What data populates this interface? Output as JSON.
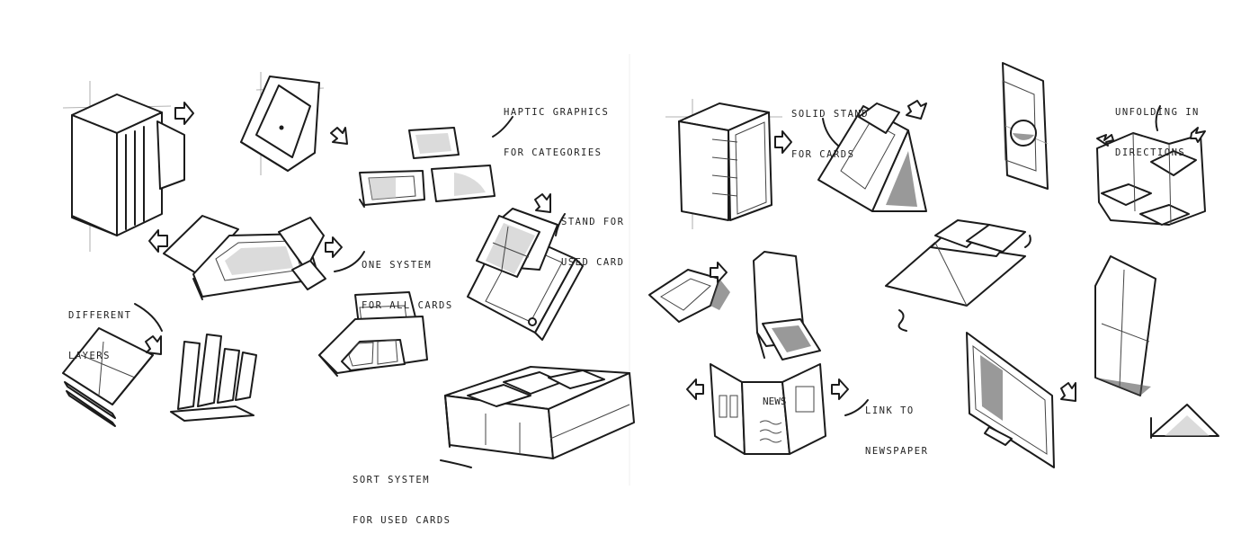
{
  "annotations": {
    "haptic": [
      "HAPTIC GRAPHICS",
      "FOR CATEGORIES"
    ],
    "stand": [
      "STAND FOR",
      "USED CARD"
    ],
    "one_system": [
      "ONE SYSTEM",
      "FOR ALL CARDS"
    ],
    "layers": [
      "DIFFERENT",
      "LAYERS"
    ],
    "sort": [
      "SORT SYSTEM",
      "FOR USED CARDS"
    ],
    "solid_stand": [
      "SOLID STAND",
      "FOR CARDS"
    ],
    "unfolding": [
      "UNFOLDING IN",
      "DIRECTIONS"
    ],
    "newspaper": [
      "LINK TO",
      "NEWSPAPER"
    ],
    "news_mark": "NEWS"
  }
}
